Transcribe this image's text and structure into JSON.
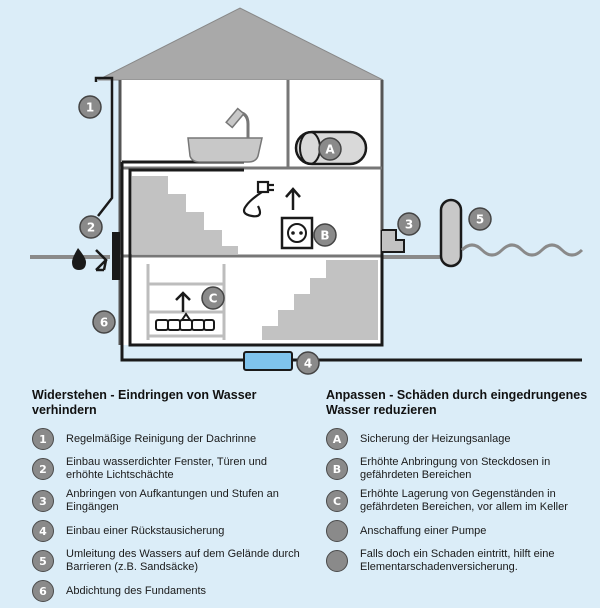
{
  "colors": {
    "background": "#dbedf8",
    "house_wall": "#ffffff",
    "roof": "#a9a9a9",
    "outline": "#555555",
    "water_pipe": "#1a1a1a",
    "valve": "#7fc3ec",
    "badge": "#8a8a8a"
  },
  "diagram": {
    "callouts": [
      "1",
      "2",
      "3",
      "4",
      "5",
      "6",
      "A",
      "B",
      "C"
    ]
  },
  "legend_left": {
    "title": "Widerstehen - Eindringen von Wasser verhindern",
    "items": [
      {
        "marker": "1",
        "text": "Regelmäßige Reinigung der Dachrinne"
      },
      {
        "marker": "2",
        "text": "Einbau wasserdichter Fenster, Türen und erhöhte Lichtschächte"
      },
      {
        "marker": "3",
        "text": "Anbringen von Aufkantungen und Stufen an Eingängen"
      },
      {
        "marker": "4",
        "text": "Einbau einer Rückstausicherung"
      },
      {
        "marker": "5",
        "text": "Umleitung des Wassers auf dem Gelände durch Barrieren (z.B. Sandsäcke)"
      },
      {
        "marker": "6",
        "text": "Abdichtung des Fundaments"
      }
    ]
  },
  "legend_right": {
    "title": "Anpassen - Schäden durch eingedrungenes Wasser reduzieren",
    "items": [
      {
        "marker": "A",
        "text": "Sicherung der Heizungsanlage"
      },
      {
        "marker": "B",
        "text": "Erhöhte Anbringung von Steckdosen in gefährdeten Bereichen"
      },
      {
        "marker": "C",
        "text": "Erhöhte Lagerung von Gegenständen in gefährdeten Bereichen, vor allem im Keller"
      },
      {
        "marker": "",
        "text": "Anschaffung einer Pumpe"
      },
      {
        "marker": "",
        "text": "Falls doch ein Schaden eintritt, hilft eine Elementarschadenversicherung."
      }
    ]
  }
}
